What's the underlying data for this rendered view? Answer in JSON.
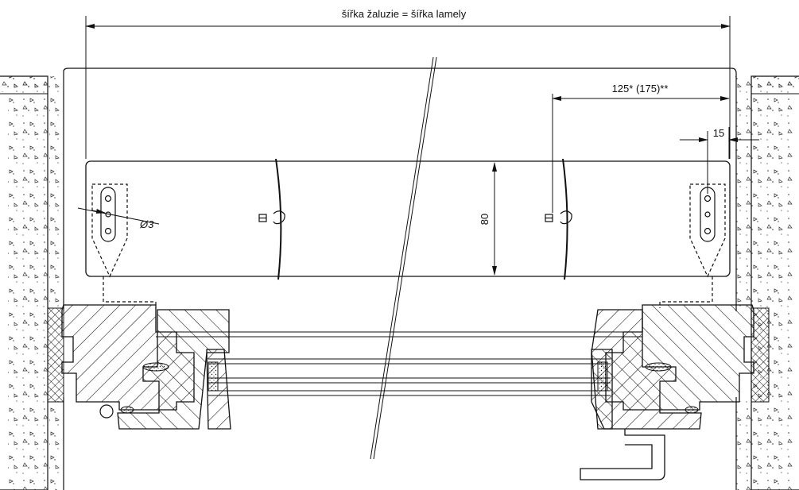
{
  "dimensions": {
    "total_width_label": "šířka žaluzie = šířka lamely",
    "offset_label": "125* (175)**",
    "edge_label": "15",
    "height_label": "80",
    "hole_label": "Ø3"
  },
  "colors": {
    "line": "#111111",
    "background": "#ffffff"
  }
}
